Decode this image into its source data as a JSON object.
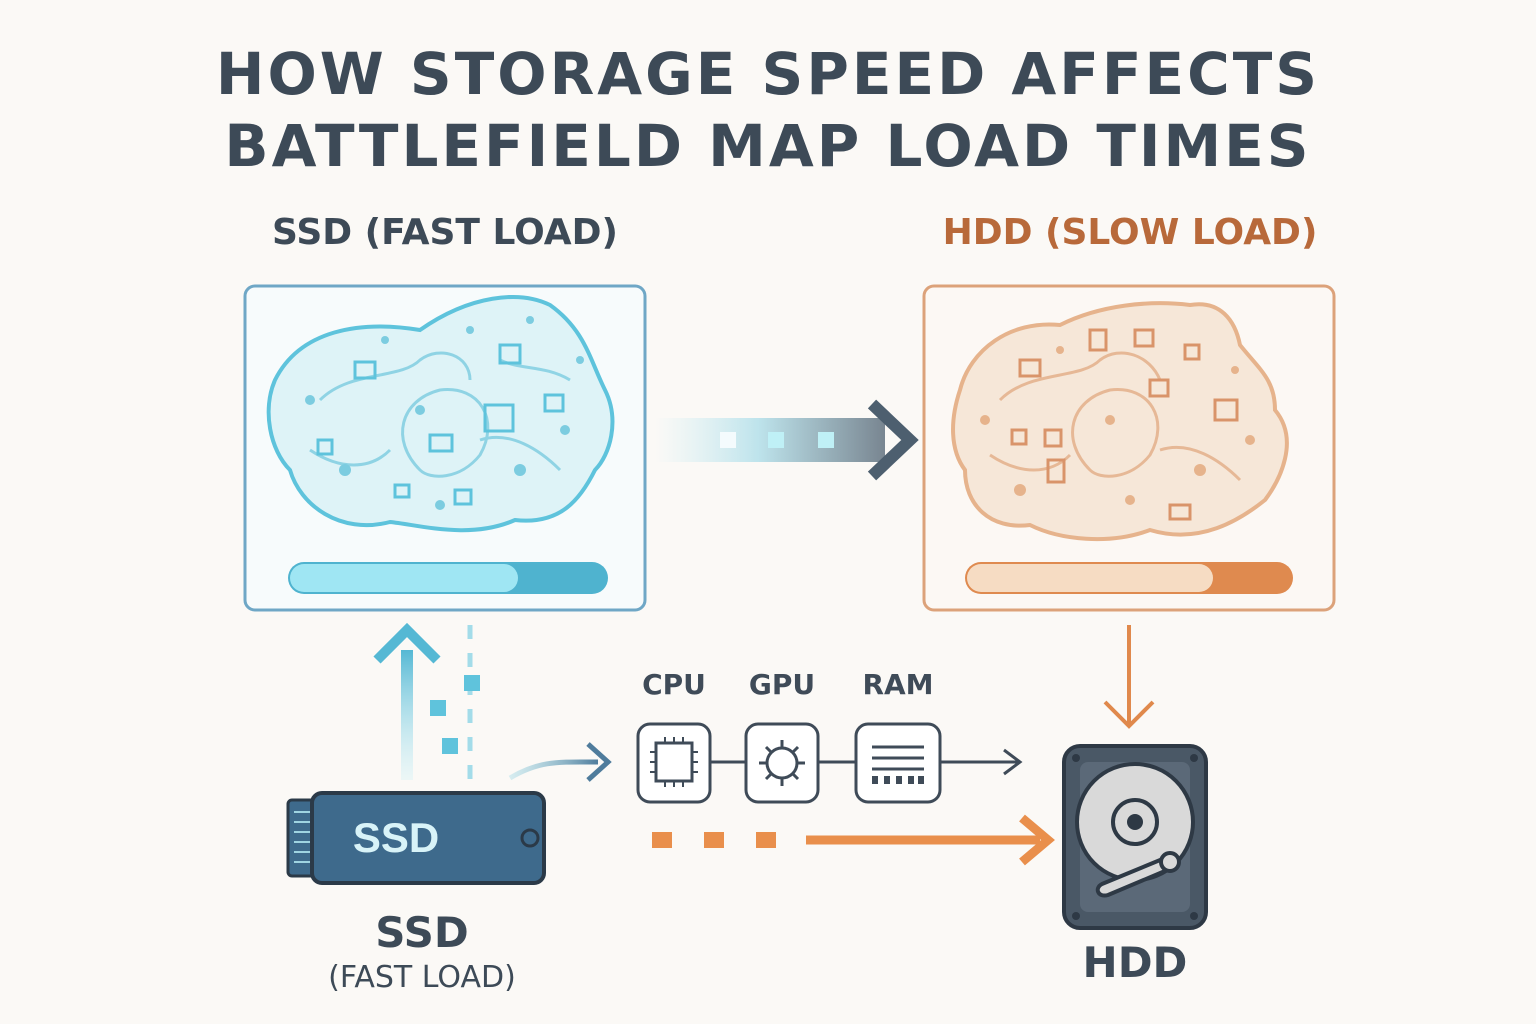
{
  "title": {
    "line1": "HOW STORAGE SPEED AFFECTS",
    "line2": "BATTLEFIELD MAP LOAD TIMES"
  },
  "ssd_panel": {
    "heading": "SSD (FAST LOAD)",
    "progress": 0.72
  },
  "hdd_panel": {
    "heading": "HDD (SLOW LOAD)",
    "progress": 0.76
  },
  "components": {
    "cpu": "CPU",
    "gpu": "GPU",
    "ram": "RAM"
  },
  "ssd_drive": {
    "chip_text": "SSD",
    "label": "SSD",
    "sublabel": "(FAST LOAD)"
  },
  "hdd_drive": {
    "label": "HDD"
  },
  "colors": {
    "title": "#3d4a57",
    "ssd_blue": "#5bbbd6",
    "ssd_light": "#9fe6f3",
    "ssd_dark": "#3e6a8c",
    "hdd_orange": "#e18a4a",
    "hdd_light": "#f6dcc3",
    "slate": "#3f4b58"
  }
}
